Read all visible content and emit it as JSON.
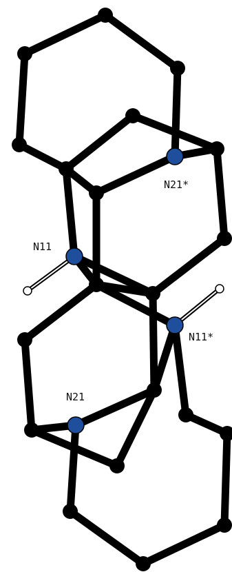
{
  "colors": {
    "bond": "#000000",
    "carbon": "#000000",
    "nitrogen": "#1f4e9c",
    "hydrogen": "#ffffff",
    "background": "#ffffff"
  },
  "labels": {
    "n11": "N11",
    "n21_star": "N21*",
    "n11_star": "N11*",
    "n21": "N21"
  },
  "atoms": [
    {
      "id": "c1",
      "el": "C"
    },
    {
      "id": "c2",
      "el": "C"
    },
    {
      "id": "c3",
      "el": "C"
    },
    {
      "id": "c4",
      "el": "C"
    },
    {
      "id": "c5",
      "el": "C"
    },
    {
      "id": "c6",
      "el": "C"
    },
    {
      "id": "c7",
      "el": "C"
    },
    {
      "id": "c8",
      "el": "C"
    },
    {
      "id": "c9",
      "el": "C"
    },
    {
      "id": "c10",
      "el": "C"
    },
    {
      "id": "n21s",
      "el": "N"
    },
    {
      "id": "c11",
      "el": "C"
    },
    {
      "id": "n11",
      "el": "N"
    },
    {
      "id": "c12",
      "el": "C"
    },
    {
      "id": "c13",
      "el": "C"
    },
    {
      "id": "h1",
      "el": "H"
    },
    {
      "id": "n11s",
      "el": "N"
    },
    {
      "id": "h2",
      "el": "H"
    },
    {
      "id": "c14",
      "el": "C"
    },
    {
      "id": "c15",
      "el": "C"
    },
    {
      "id": "n21",
      "el": "N"
    },
    {
      "id": "c16",
      "el": "C"
    },
    {
      "id": "c17",
      "el": "C"
    },
    {
      "id": "c18",
      "el": "C"
    },
    {
      "id": "c19",
      "el": "C"
    },
    {
      "id": "c20",
      "el": "C"
    },
    {
      "id": "c21",
      "el": "C"
    },
    {
      "id": "c22",
      "el": "C"
    },
    {
      "id": "c23",
      "el": "C"
    },
    {
      "id": "c24",
      "el": "C"
    }
  ],
  "bonds": [
    [
      "c1",
      "c2"
    ],
    [
      "c2",
      "c4"
    ],
    [
      "c4",
      "c7"
    ],
    [
      "c7",
      "c9"
    ],
    [
      "c9",
      "c3"
    ],
    [
      "c3",
      "c1"
    ],
    [
      "c9",
      "c5"
    ],
    [
      "c5",
      "c8"
    ],
    [
      "c8",
      "c10"
    ],
    [
      "c10",
      "n21s"
    ],
    [
      "n21s",
      "c11"
    ],
    [
      "c11",
      "c9"
    ],
    [
      "c9",
      "n11"
    ],
    [
      "n11",
      "c12"
    ],
    [
      "c12",
      "c13"
    ],
    [
      "c11",
      "c12"
    ],
    [
      "c12",
      "c14"
    ],
    [
      "c14",
      "c15"
    ],
    [
      "c15",
      "c16"
    ],
    [
      "c16",
      "c17"
    ],
    [
      "c17",
      "n21"
    ],
    [
      "n21",
      "c18"
    ],
    [
      "c18",
      "n11s"
    ],
    [
      "n11s",
      "c13"
    ],
    [
      "c13",
      "c18"
    ],
    [
      "c10",
      "c13"
    ],
    [
      "c13",
      "c16"
    ],
    [
      "c18",
      "c19"
    ],
    [
      "c19",
      "c20"
    ],
    [
      "c20",
      "c21"
    ],
    [
      "c21",
      "c22"
    ],
    [
      "c22",
      "c23"
    ],
    [
      "c23",
      "n21"
    ],
    [
      "n21",
      "c24"
    ],
    [
      "c24",
      "c17"
    ]
  ],
  "h_bonds": [
    [
      "n11",
      "h1"
    ],
    [
      "n11s",
      "h2"
    ]
  ]
}
